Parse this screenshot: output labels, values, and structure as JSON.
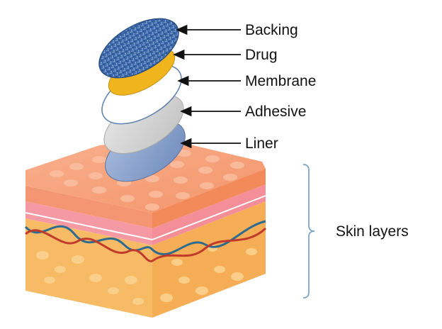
{
  "layer_labels": {
    "backing": "Backing",
    "drug": "Drug",
    "membrane": "Membrane",
    "adhesive": "Adhesive",
    "liner": "Liner"
  },
  "skin_label": "Skin layers",
  "colors": {
    "backing": "#3a67a8",
    "drug": "#f0b41c",
    "membrane": "#ffffff",
    "adhesive": "#d6d6d6",
    "liner": "#8fa6cc",
    "skin_top": "#f5a07a",
    "skin_side": "#f08c5e",
    "dermis": "#f59aa4",
    "fat": "#f7c070",
    "bracket": "#7ea6c8"
  }
}
